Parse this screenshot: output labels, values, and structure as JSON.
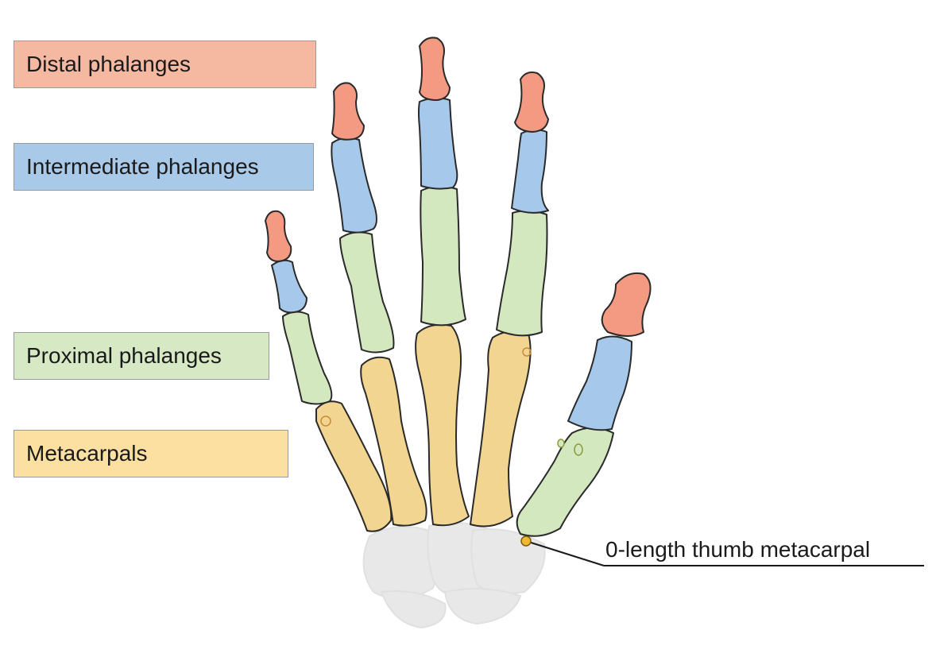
{
  "legend": {
    "distal": {
      "label": "Distal phalanges",
      "color": "#f5b9a1",
      "bone_color": "#f59a82"
    },
    "intermediate": {
      "label": "Intermediate phalanges",
      "color": "#a9c9e8",
      "bone_color": "#a6c8ea"
    },
    "proximal": {
      "label": "Proximal phalanges",
      "color": "#d7e9c4",
      "bone_color": "#d4e8bf"
    },
    "metacarpals": {
      "label": "Metacarpals",
      "color": "#fbe0a1",
      "bone_color": "#f2d591"
    }
  },
  "callout": {
    "label": "0-length thumb metacarpal",
    "dot_color": "#f0b732"
  },
  "carpals": {
    "color": "#e8e8e8"
  }
}
